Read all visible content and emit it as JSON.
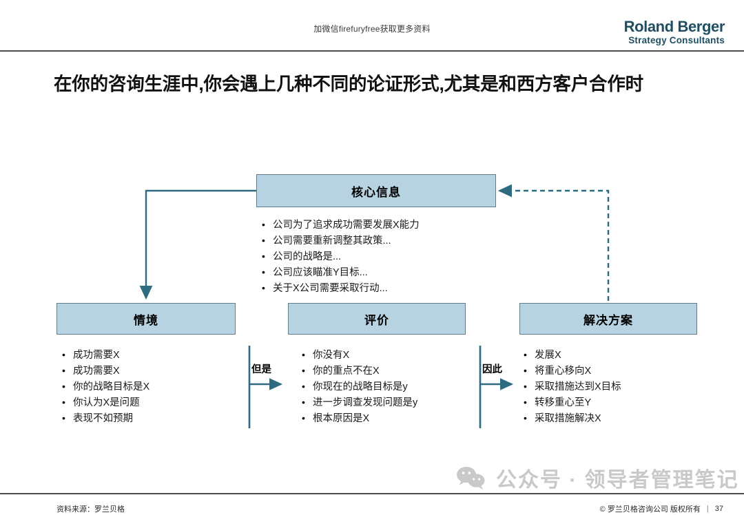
{
  "header": {
    "watermark_text": "加微信firefuryfree获取更多资料",
    "logo": {
      "main": "Roland Berger",
      "sub": "Strategy Consultants",
      "color": "#1f4e62"
    }
  },
  "title": "在你的咨询生涯中,你会遇上几种不同的论证形式,尤其是和西方客户合作时",
  "diagram": {
    "colors": {
      "box_fill": "#b7d3e1",
      "box_border": "#5f7f8c",
      "connector": "#2e6a80"
    },
    "core": {
      "label": "核心信息",
      "bullets": [
        "公司为了追求成功需要发展X能力",
        "公司需要重新调整其政策...",
        "公司的战略是...",
        "公司应该瞄准Y目标...",
        "关于X公司需要采取行动..."
      ]
    },
    "columns": [
      {
        "label": "情境",
        "bullets": [
          "成功需要X",
          "成功需要X",
          "你的战略目标是X",
          "你认为X是问题",
          "表现不如预期"
        ]
      },
      {
        "label": "评价",
        "bullets": [
          "你没有X",
          "你的重点不在X",
          "你现在的战略目标是y",
          "进一步调查发现问题是y",
          "根本原因是X"
        ]
      },
      {
        "label": "解决方案",
        "bullets": [
          "发展X",
          "将重心移向X",
          "采取措施达到X目标",
          "转移重心至Y",
          "采取措施解决X"
        ]
      }
    ],
    "connectors": [
      {
        "label": "但是",
        "from": "情境",
        "to": "评价"
      },
      {
        "label": "因此",
        "from": "评价",
        "to": "解决方案"
      }
    ]
  },
  "watermark": {
    "icon": "wechat-icon",
    "text": "公众号 · 领导者管理笔记",
    "color": "#c9c9c9"
  },
  "footer": {
    "source": "资料来源：罗兰贝格",
    "copyright": "© 罗兰贝格咨询公司 版权所有",
    "separator": "|",
    "page_number": "37"
  }
}
